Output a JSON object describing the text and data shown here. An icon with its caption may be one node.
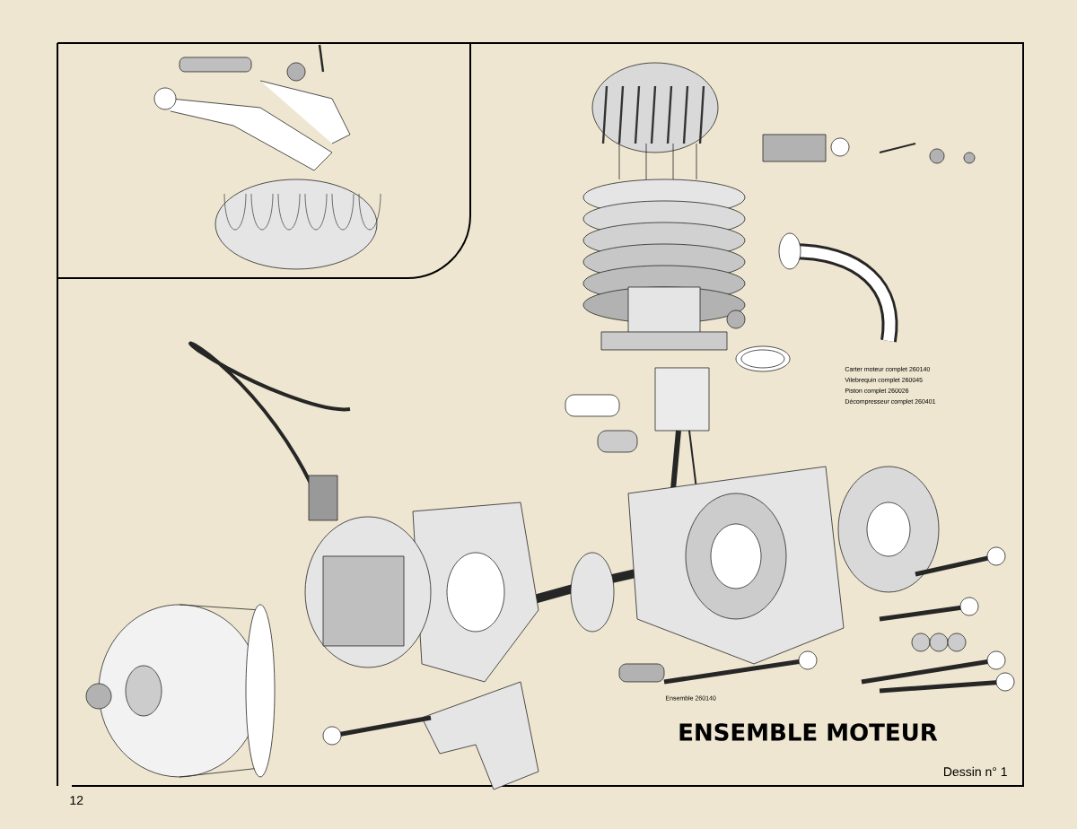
{
  "diagram": {
    "title": "ENSEMBLE MOTEUR",
    "labels": [
      "Carter moteur complet 260140",
      "Vilebrequin complet 260045",
      "Piston complet 260026",
      "Décompresseur complet 260401",
      "Ensemble 260140",
      "Dessin n° 1",
      "12"
    ]
  }
}
